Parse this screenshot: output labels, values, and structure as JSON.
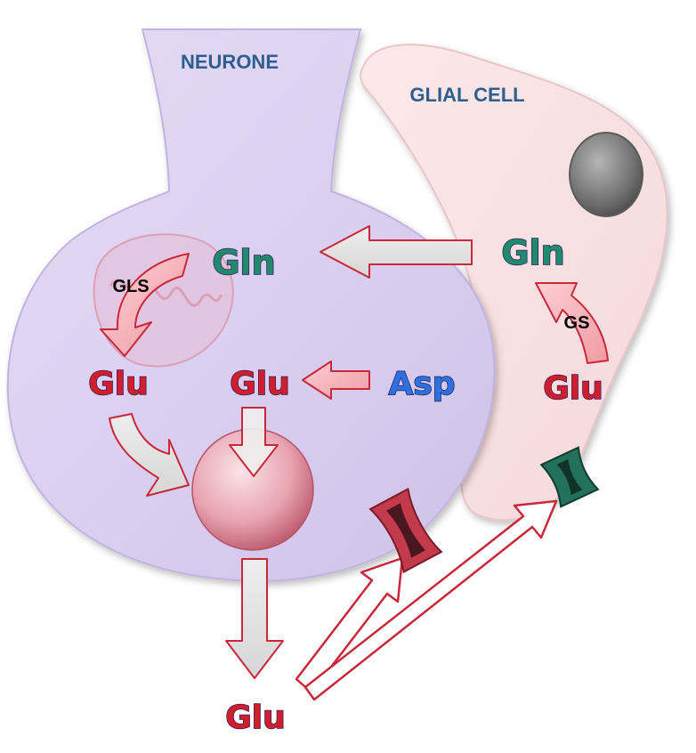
{
  "labels": {
    "neurone": "NEURONE",
    "glial_cell": "GLIAL CELL",
    "gln_neuron": "Gln",
    "gln_glia": "Gln",
    "glu_neuron_left": "Glu",
    "glu_neuron_center": "Glu",
    "asp": "Asp",
    "glu_glia": "Glu",
    "glu_synapse": "Glu",
    "gls": "GLS",
    "gs": "GS"
  },
  "colors": {
    "neuron_fill": "#ddd2f0",
    "glia_fill": "#f8e1e3",
    "glu_text": "#d01f2c",
    "gln_text": "#1f8a6e",
    "asp_text": "#2f6fe0",
    "label_text": "#2e5d8f",
    "arrow_gray": "#e2e2e2",
    "arrow_pink": "#f7b0b6",
    "arrow_outline": "#c8283a",
    "vesicle": "#e79aa8",
    "receptor_red": "#c23a4c",
    "transporter_green": "#23715a",
    "nucleus": "#7a7a7a"
  },
  "icons": {
    "mitochondrion": "mitochondrion-icon",
    "vesicle": "vesicle-icon",
    "receptor": "glutamate-receptor-icon",
    "transporter": "glutamate-transporter-icon",
    "nucleus": "nucleus-icon"
  }
}
